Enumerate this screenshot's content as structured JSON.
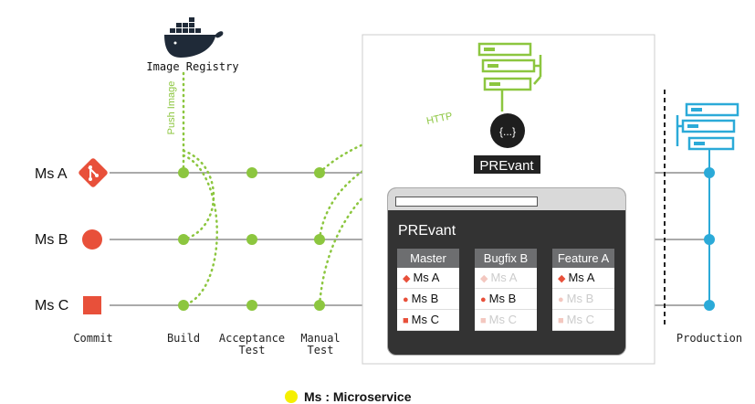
{
  "registry": {
    "label": "Image Registry",
    "push_label": "Push Image",
    "icon": "docker-whale-icon"
  },
  "lanes": [
    {
      "label": "Ms A",
      "icon": "git-diamond-icon",
      "color": "#e8503a"
    },
    {
      "label": "Ms B",
      "icon": "red-circle-icon",
      "color": "#e8503a"
    },
    {
      "label": "Ms C",
      "icon": "red-square-icon",
      "color": "#e8503a"
    }
  ],
  "stages": [
    {
      "label": "Commit",
      "label2": ""
    },
    {
      "label": "Build",
      "label2": ""
    },
    {
      "label": "Acceptance",
      "label2": "Test"
    },
    {
      "label": "Manual",
      "label2": "Test"
    },
    {
      "label": "Production",
      "label2": ""
    }
  ],
  "http_label": "HTTP",
  "prevant_label": "PREvant",
  "prevant_icon": "{...}",
  "window": {
    "title": "PREvant",
    "columns": [
      {
        "header": "Master",
        "items": [
          {
            "label": "Ms A",
            "marker": "◆",
            "active": true
          },
          {
            "label": "Ms B",
            "marker": "●",
            "active": true
          },
          {
            "label": "Ms C",
            "marker": "■",
            "active": true
          }
        ]
      },
      {
        "header": "Bugfix B",
        "items": [
          {
            "label": "Ms A",
            "marker": "◆",
            "active": false
          },
          {
            "label": "Ms B",
            "marker": "●",
            "active": true
          },
          {
            "label": "Ms C",
            "marker": "■",
            "active": false
          }
        ]
      },
      {
        "header": "Feature A",
        "items": [
          {
            "label": "Ms A",
            "marker": "◆",
            "active": true
          },
          {
            "label": "Ms B",
            "marker": "●",
            "active": false
          },
          {
            "label": "Ms C",
            "marker": "■",
            "active": false
          }
        ]
      }
    ]
  },
  "legend": {
    "text": "Ms : Microservice",
    "color": "#f5ef00"
  },
  "colors": {
    "line": "#aaaaaa",
    "green": "#8cc63f",
    "blue": "#2baad8",
    "dark": "#333333",
    "red": "#e8503a"
  }
}
